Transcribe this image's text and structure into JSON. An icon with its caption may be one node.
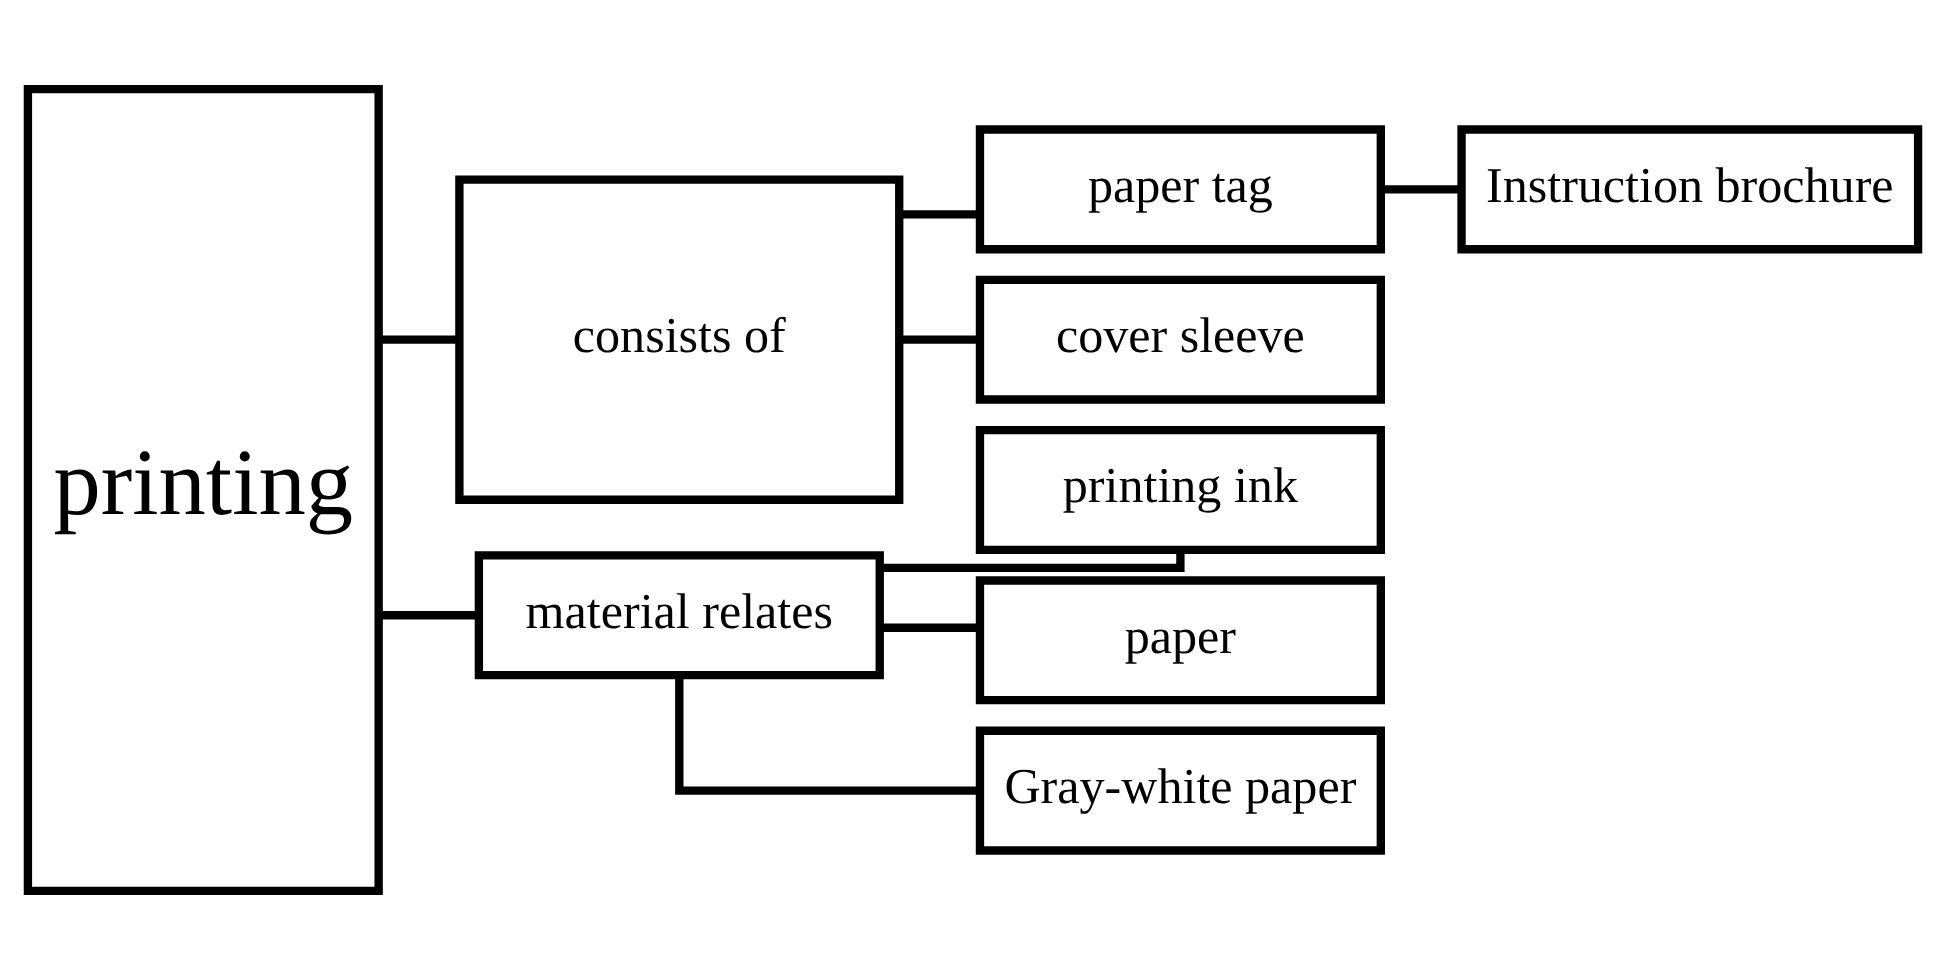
{
  "diagram": {
    "nodes": [
      {
        "text": [
          "printing"
        ]
      },
      {
        "text": [
          "consists of"
        ]
      },
      {
        "text": [
          "paper tag"
        ]
      },
      {
        "text": [
          "Instruction brochure"
        ]
      },
      {
        "text": [
          "cover sleeve"
        ]
      },
      {
        "text": [
          "material relates"
        ]
      },
      {
        "text": [
          "printing ink"
        ]
      },
      {
        "text": [
          "paper"
        ]
      },
      {
        "text": [
          "Gray-white paper"
        ]
      }
    ],
    "edges": [
      {
        "from": 0,
        "to": 1,
        "arrow": "none"
      },
      {
        "from": 0,
        "to": 5,
        "arrow": "none"
      },
      {
        "from": 1,
        "to": 2,
        "arrow": "none"
      },
      {
        "from": 1,
        "to": 4,
        "arrow": "none"
      },
      {
        "from": 2,
        "to": 3,
        "arrow": "none"
      },
      {
        "from": 5,
        "to": 6,
        "arrow": "none"
      },
      {
        "from": 5,
        "to": 7,
        "arrow": "none"
      },
      {
        "from": 5,
        "to": 8,
        "arrow": "none"
      }
    ]
  }
}
